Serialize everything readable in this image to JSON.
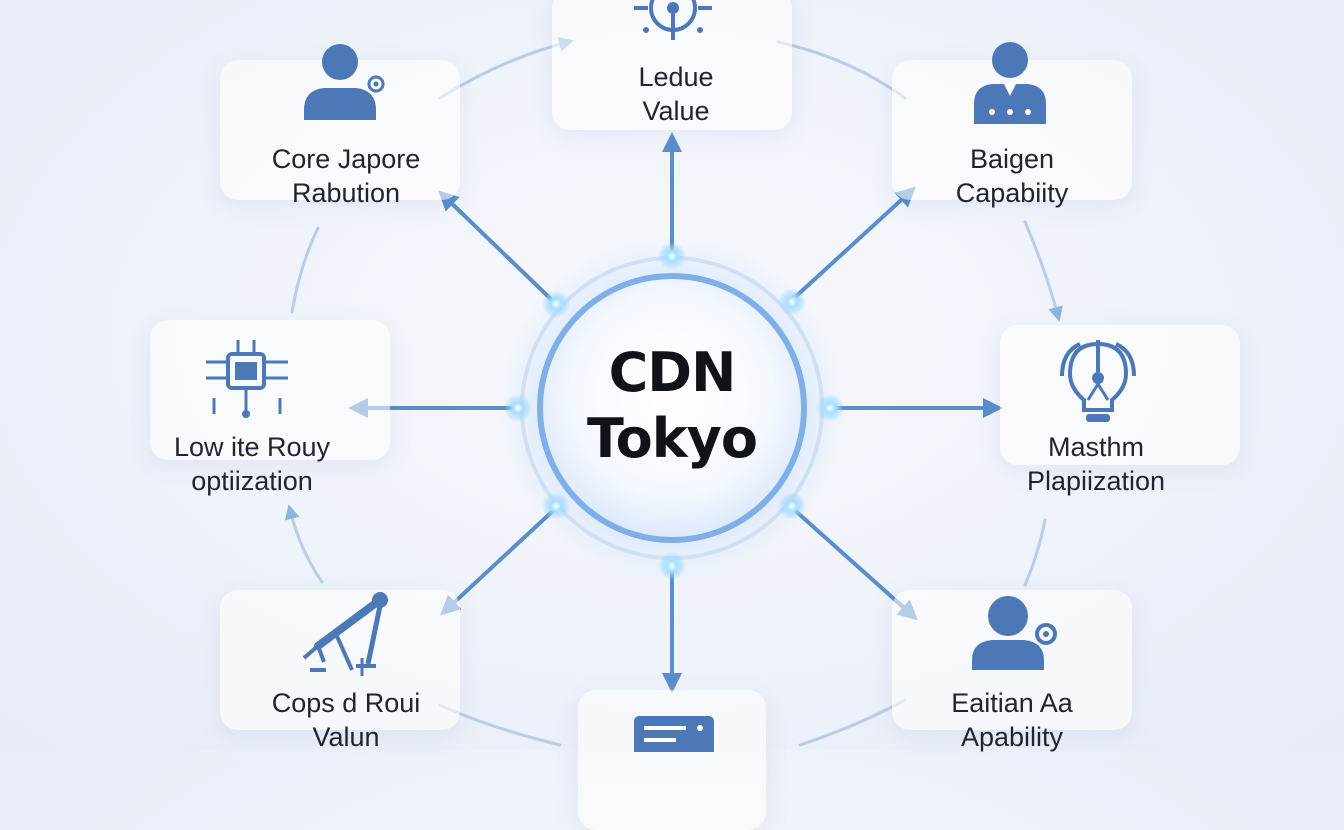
{
  "hub": {
    "line1": "CDN",
    "line2": "Tokyo"
  },
  "nodes": [
    {
      "id": "top",
      "line1": "Ledue",
      "line2": "Value",
      "icon": "target-network-icon"
    },
    {
      "id": "top-right",
      "line1": "Baigen",
      "line2": "Capabiity",
      "icon": "team-person-icon"
    },
    {
      "id": "right",
      "line1": "Masthm",
      "line2": "Plapiization",
      "icon": "lightbulb-idea-icon"
    },
    {
      "id": "bottom-right",
      "line1": "Eaitian Aa",
      "line2": "Apability",
      "icon": "user-gear-icon"
    },
    {
      "id": "bottom",
      "line1": "",
      "line2": "",
      "icon": "server-list-icon"
    },
    {
      "id": "bottom-left",
      "line1": "Cops d Roui",
      "line2": "Valun",
      "icon": "robot-arm-icon"
    },
    {
      "id": "left",
      "line1": "Low ite Rouy",
      "line2": "optiization",
      "icon": "chip-circuit-icon"
    },
    {
      "id": "top-left",
      "line1": "Core Japore",
      "line2": "Rabution",
      "icon": "user-profile-icon"
    }
  ],
  "colors": {
    "accent": "#4a7fc4",
    "icon_fill": "#4d78b8",
    "line": "#5b8ccc",
    "ring": "#7faee8",
    "glow": "#8fd0ff",
    "text": "#1f2430"
  }
}
